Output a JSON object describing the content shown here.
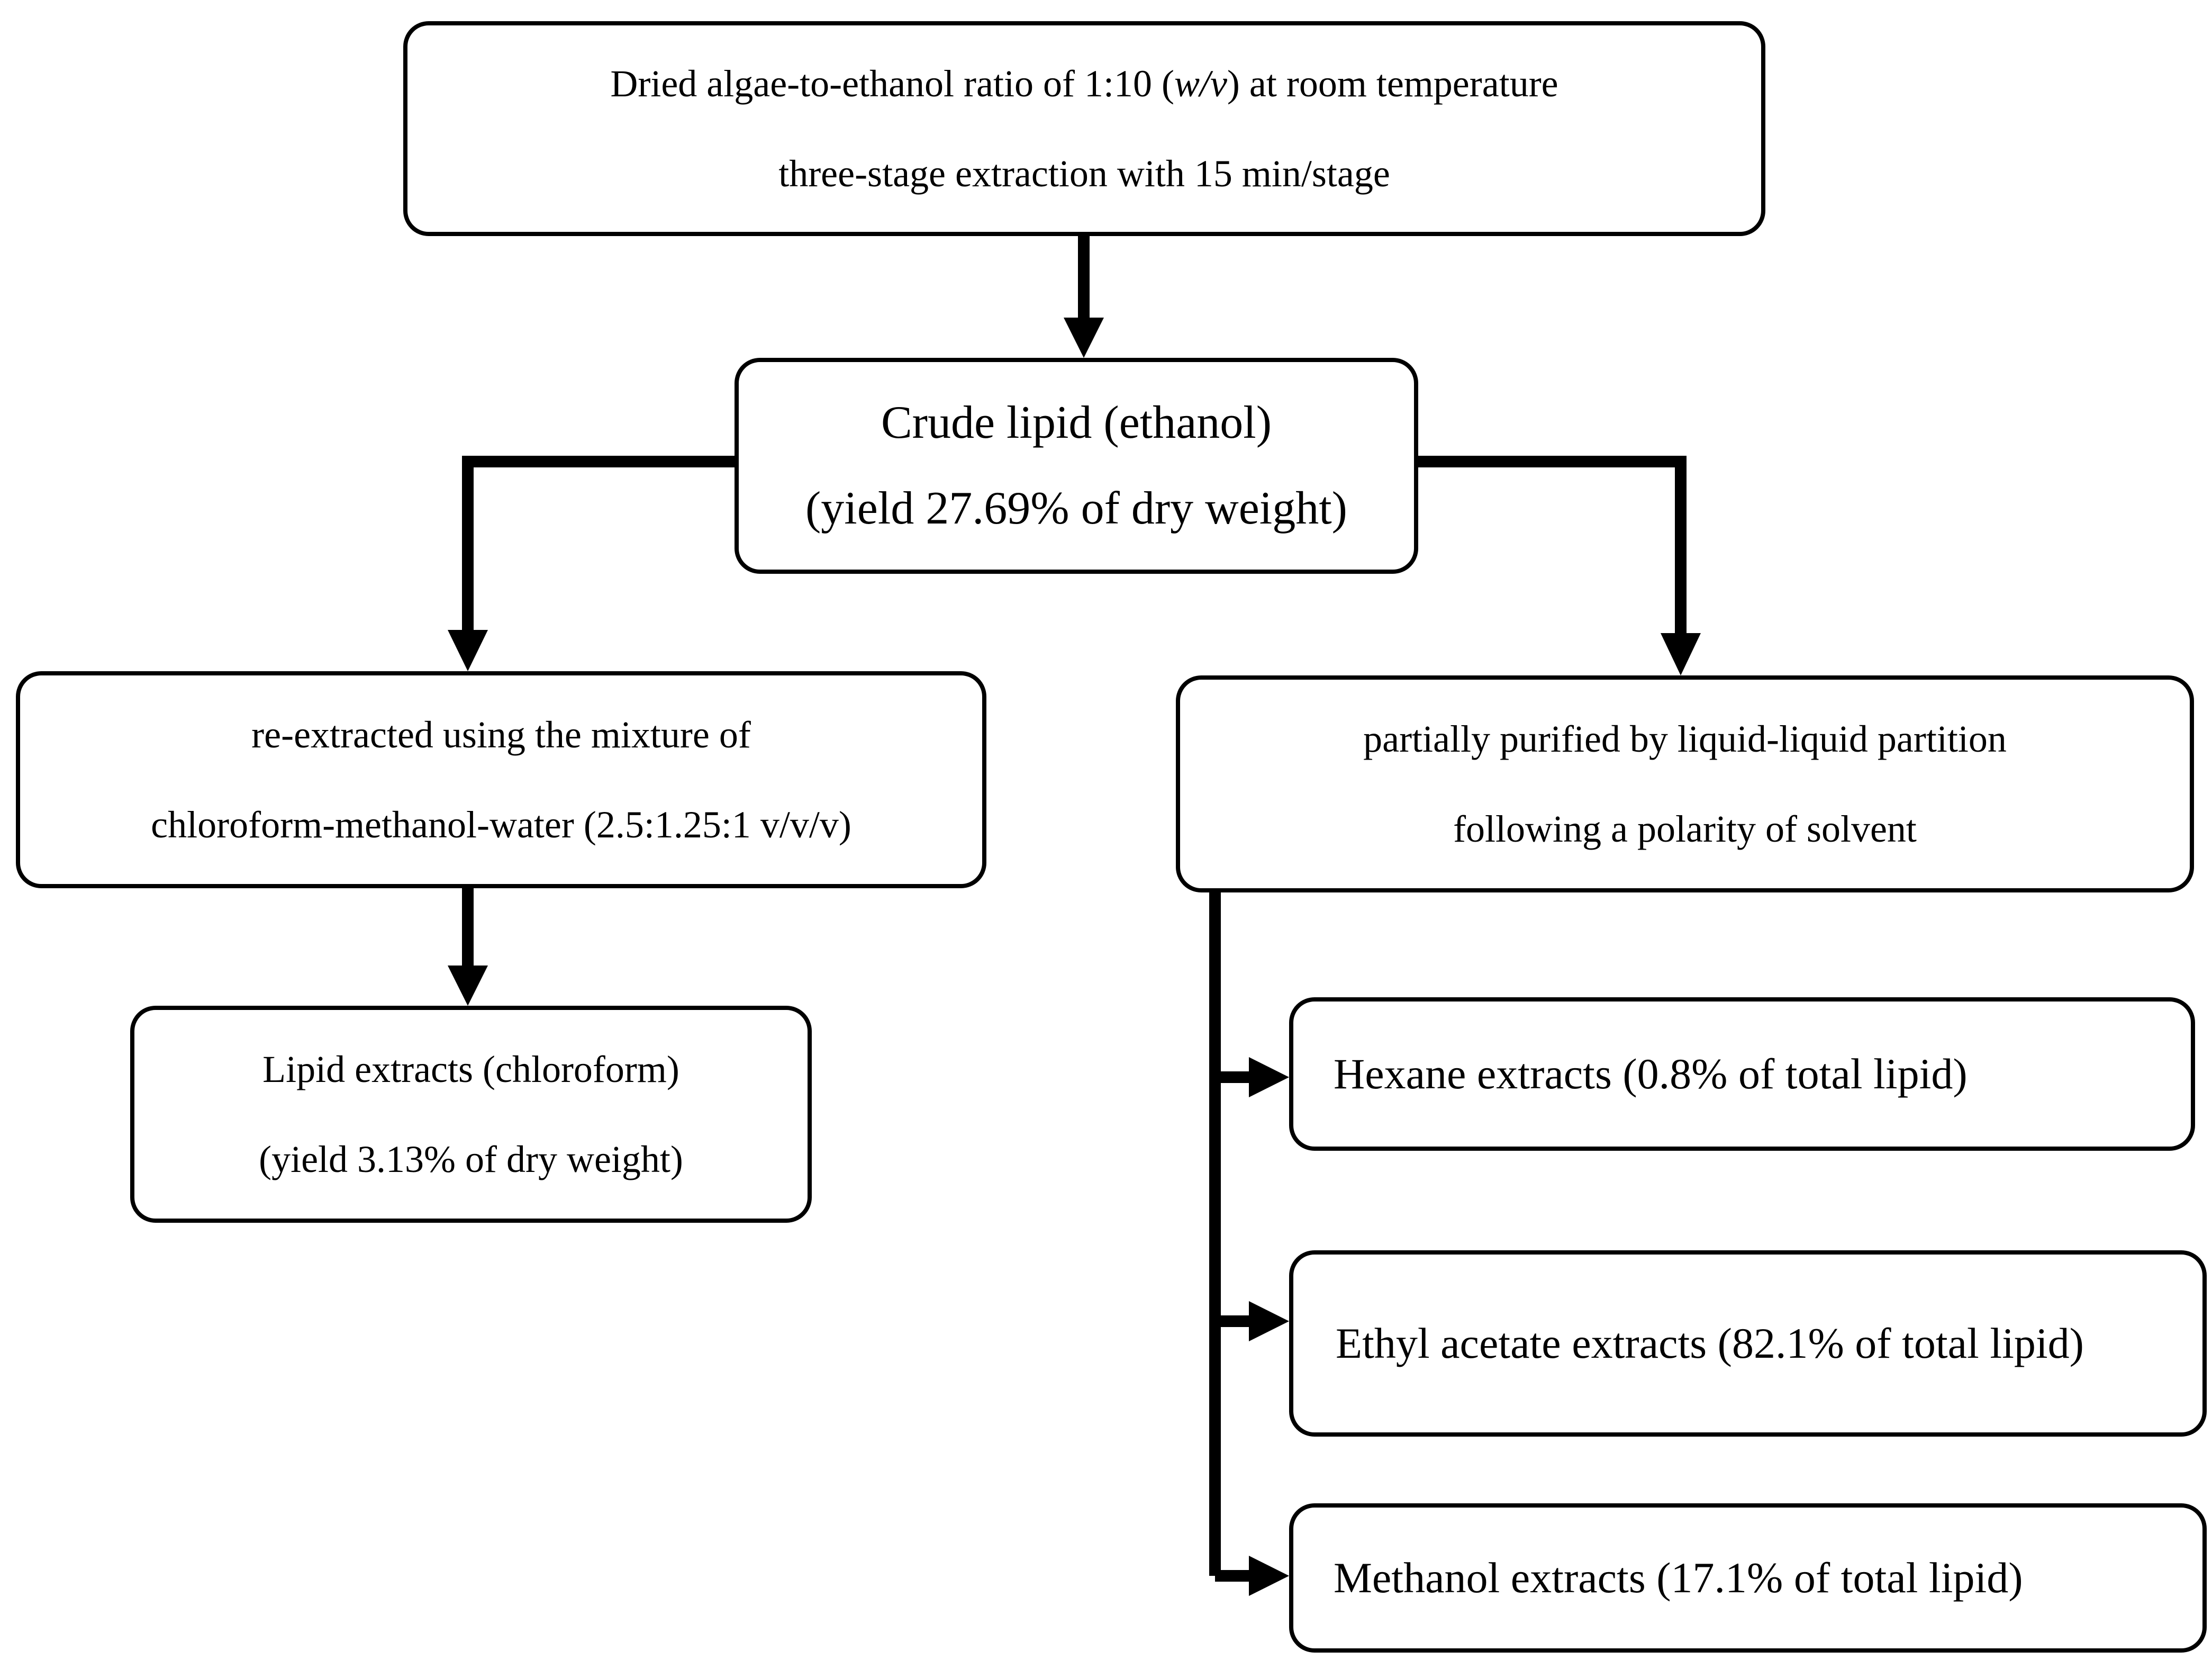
{
  "diagram": {
    "nodes": {
      "top": {
        "line1": {
          "before": "Dried algae-to-ethanol ratio of 1:10 (",
          "italic": "w/v",
          "after": ") at room temperature"
        },
        "line2": "three-stage extraction with 15 min/stage"
      },
      "crude_lipid": {
        "line1": "Crude lipid (ethanol)",
        "line2": "(yield 27.69% of dry weight)"
      },
      "reextraction": {
        "line1": "re-extracted using the mixture of",
        "line2": "chloroform-methanol-water (2.5:1.25:1 v/v/v)"
      },
      "partition": {
        "line1": "partially purified by liquid-liquid partition",
        "line2": "following a polarity of solvent"
      },
      "chloroform_extracts": {
        "line1": "Lipid extracts (chloroform)",
        "line2": "(yield 3.13% of dry weight)"
      },
      "hexane_extracts": {
        "label": "Hexane extracts (0.8% of total lipid)"
      },
      "ethyl_acetate_extracts": {
        "label": "Ethyl acetate extracts (82.1% of total lipid)"
      },
      "methanol_extracts": {
        "label": "Methanol extracts (17.1% of total lipid)"
      }
    },
    "edges": [
      {
        "from": "top",
        "to": "crude_lipid"
      },
      {
        "from": "crude_lipid",
        "to": "reextraction"
      },
      {
        "from": "crude_lipid",
        "to": "partition"
      },
      {
        "from": "reextraction",
        "to": "chloroform_extracts"
      },
      {
        "from": "partition",
        "to": "hexane_extracts"
      },
      {
        "from": "partition",
        "to": "ethyl_acetate_extracts"
      },
      {
        "from": "partition",
        "to": "methanol_extracts"
      }
    ],
    "colors": {
      "stroke": "#000000",
      "background": "#ffffff"
    }
  }
}
